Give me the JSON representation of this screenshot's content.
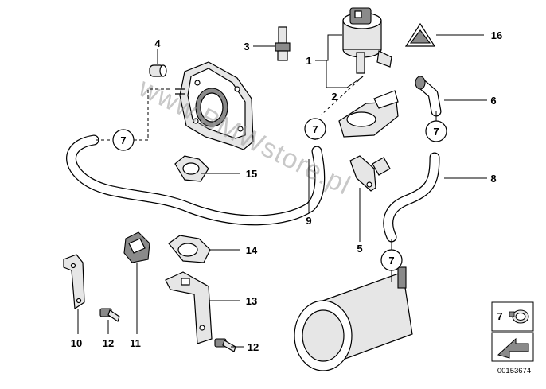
{
  "watermark": "www.BMWstore.pl",
  "diagram_number": "00153674",
  "labels": {
    "p1": "1",
    "p2": "2",
    "p3": "3",
    "p4": "4",
    "p5": "5",
    "p6": "6",
    "p7a": "7",
    "p7b": "7",
    "p7c": "7",
    "p7d": "7",
    "p8": "8",
    "p9": "9",
    "p10": "10",
    "p11": "11",
    "p12a": "12",
    "p12b": "12",
    "p13": "13",
    "p14": "14",
    "p15": "15",
    "p16": "16",
    "legend7": "7"
  }
}
